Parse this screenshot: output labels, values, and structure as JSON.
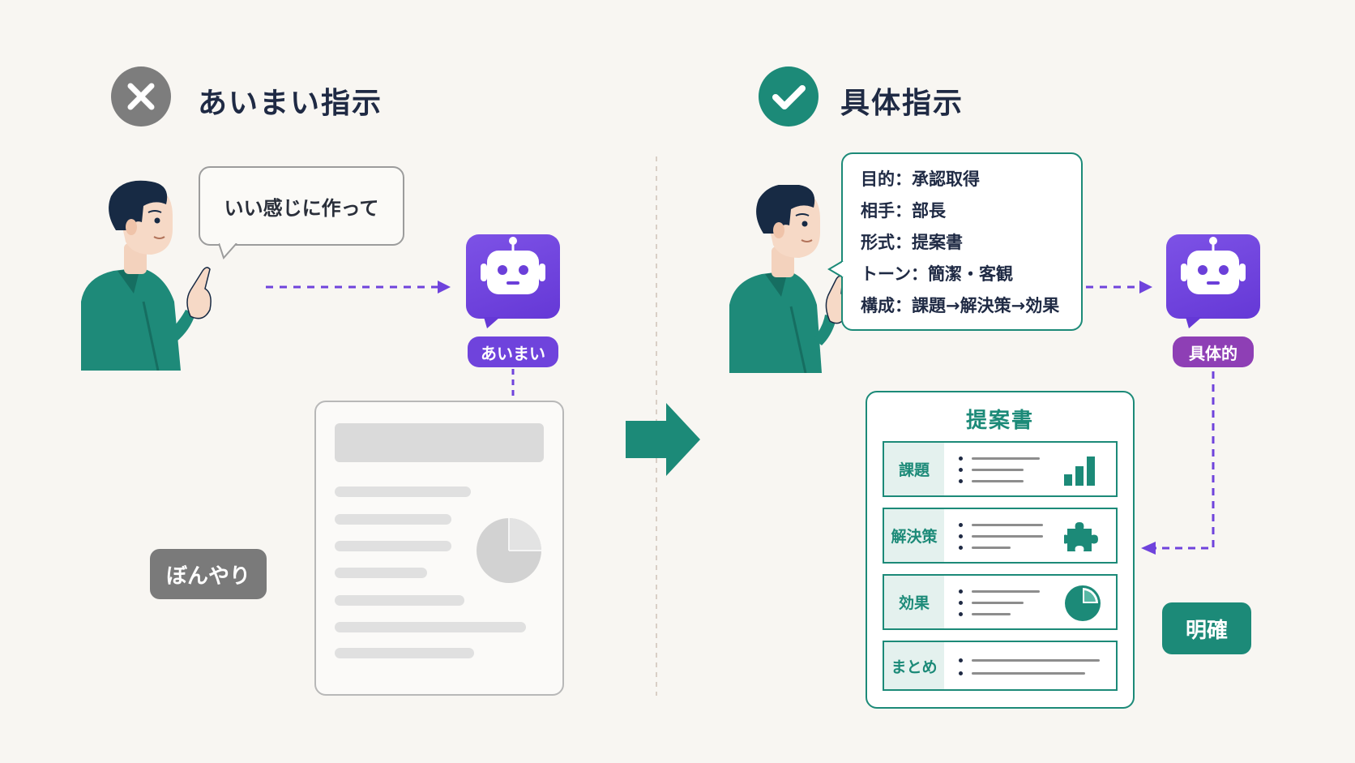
{
  "left": {
    "heading": "あいまい指示",
    "speech": "いい感じに作って",
    "robot_tag": "あいまい",
    "badge": "ぼんやり"
  },
  "right": {
    "heading": "具体指示",
    "spec_lines": [
      "目的：承認取得",
      "相手：部長",
      "形式：提案書",
      "トーン：簡潔・客観",
      "構成：課題→解決策→効果"
    ],
    "robot_tag": "具体的",
    "doc_title": "提案書",
    "sections": [
      "課題",
      "解決策",
      "効果",
      "まとめ"
    ],
    "badge": "明確"
  },
  "colors": {
    "background": "#f8f6f2",
    "teal": "#1c8a78",
    "purple": "#6f43dc",
    "magenta": "#8e3fb5",
    "gray": "#7a7a7a",
    "navy": "#1f2a44"
  },
  "icons": {
    "left_status": "x-circle-icon",
    "right_status": "check-circle-icon",
    "robot": "robot-icon",
    "center_arrow": "arrow-right-icon",
    "section_icons": [
      "bar-chart-icon",
      "puzzle-icon",
      "pie-chart-icon"
    ]
  }
}
